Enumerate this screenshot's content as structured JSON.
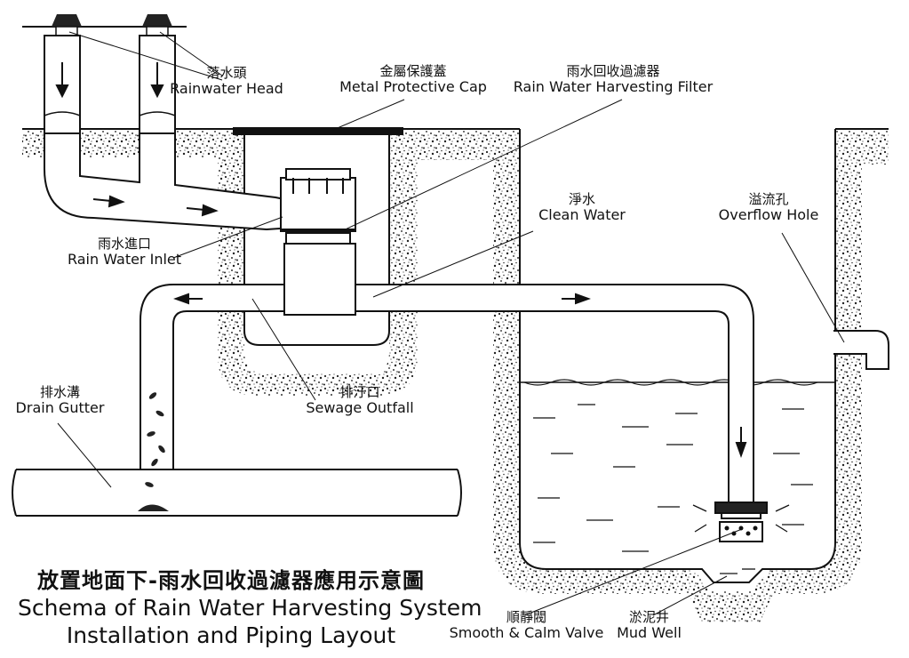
{
  "labels": {
    "rainwater_head": {
      "zh": "落水頭",
      "en": "Rainwater Head"
    },
    "metal_cap": {
      "zh": "金屬保護蓋",
      "en": "Metal Protective Cap"
    },
    "filter": {
      "zh": "雨水回收過濾器",
      "en": "Rain Water Harvesting Filter"
    },
    "clean_water": {
      "zh": "淨水",
      "en": "Clean Water"
    },
    "overflow_hole": {
      "zh": "溢流孔",
      "en": "Overflow Hole"
    },
    "rain_inlet": {
      "zh": "雨水進口",
      "en": "Rain Water Inlet"
    },
    "drain_gutter": {
      "zh": "排水溝",
      "en": "Drain Gutter"
    },
    "sewage_outfall": {
      "zh": "排汙口",
      "en": "Sewage Outfall"
    },
    "calm_valve": {
      "zh": "順靜閥",
      "en": "Smooth & Calm Valve"
    },
    "mud_well": {
      "zh": "淤泥井",
      "en": "Mud Well"
    }
  },
  "caption": {
    "zh": "放置地面下-雨水回收過濾器應用示意圖",
    "en_line1": "Schema of Rain Water Harvesting System",
    "en_line2": "Installation and Piping Layout"
  }
}
